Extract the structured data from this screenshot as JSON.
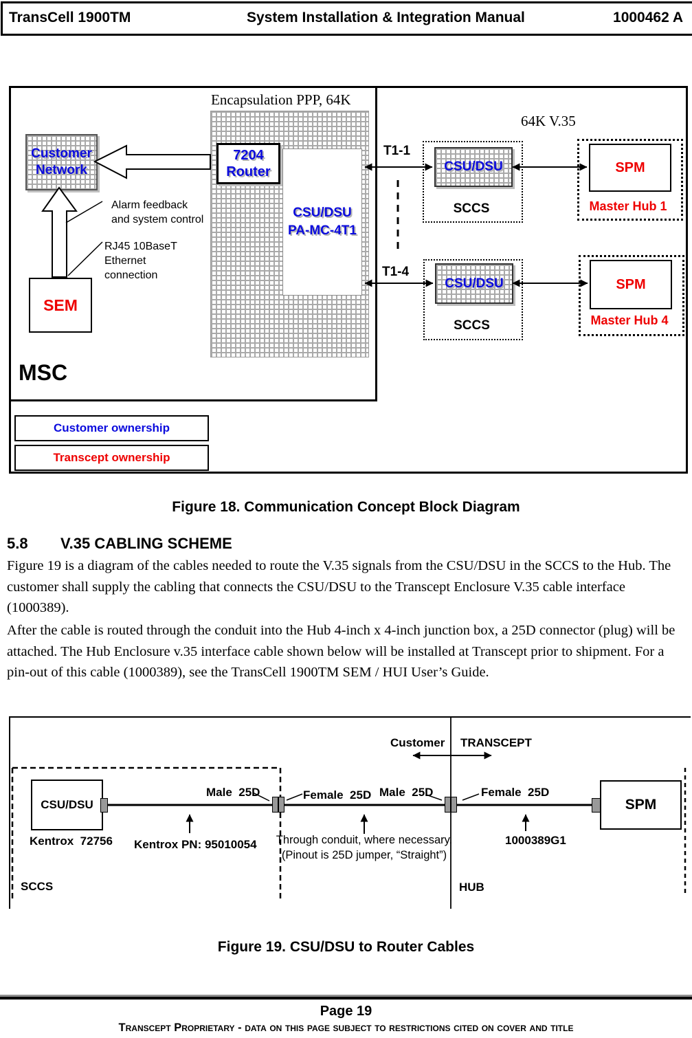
{
  "colors": {
    "blue": "#0b0bdd",
    "red": "#ee0000",
    "shadow_gray": "#b3b3b3",
    "hatch_gray": "#a9a9a9"
  },
  "header": {
    "product": "TransCell 1900TM",
    "title": "System Installation & Integration Manual",
    "doc_number": "1000462 A"
  },
  "figure18": {
    "caption": "Figure 18. Communication Concept Block Diagram",
    "encapsulation_label": "Encapsulation PPP, 64K",
    "v35_label": "64K V.35",
    "msc_label": "MSC",
    "customer_network": {
      "line1": "Customer",
      "line2": "Network"
    },
    "router": {
      "line1": "7204",
      "line2": "Router"
    },
    "csu_card": {
      "line1": "CSU/DSU",
      "line2": "PA-MC-4T1"
    },
    "sem_label": "SEM",
    "alarm_note": {
      "line1": "Alarm feedback",
      "line2": "and system control"
    },
    "rj45_note": {
      "line1": "RJ45 10BaseT",
      "line2": "Ethernet",
      "line3": "connection"
    },
    "t1_top": "T1-1",
    "t1_bottom": "T1-4",
    "rows": [
      {
        "csu": "CSU/DSU",
        "sccs": "SCCS",
        "spm": "SPM",
        "hub": "Master Hub 1"
      },
      {
        "csu": "CSU/DSU",
        "sccs": "SCCS",
        "spm": "SPM",
        "hub": "Master Hub 4"
      }
    ],
    "legend": [
      {
        "label": "Customer ownership"
      },
      {
        "label": "Transcept ownership"
      }
    ]
  },
  "section": {
    "number": "5.8",
    "title": "V.35 CABLING SCHEME",
    "paragraph1": "Figure 19 is a diagram of the cables needed to route the V.35 signals from the CSU/DSU in the SCCS to the Hub. The customer shall supply the cabling that connects the CSU/DSU to the Transcept Enclosure V.35 cable interface (1000389).",
    "paragraph2": "After the cable is routed through the conduit into the Hub 4-inch x 4-inch junction box, a 25D  connector (plug) will be attached. The Hub Enclosure v.35 interface cable shown below will be installed at Transcept prior to shipment.  For a pin-out of this cable (1000389), see the TransCell 1900TM SEM / HUI User’s Guide."
  },
  "figure19": {
    "caption": "Figure 19. CSU/DSU to Router Cables",
    "customer_side": "Customer",
    "transcept_side": "TRANSCEPT",
    "csu_box": "CSU/DSU",
    "spm_box": "SPM",
    "male_25d_left": "Male  25D",
    "female_25d_left": "Female  25D",
    "male_25d_right": "Male  25D",
    "female_25d_right": "Female  25D",
    "kentrox_model": "Kentrox  72756",
    "kentrox_pn": "Kentrox PN: 95010054",
    "conduit_note_line1": "Through conduit, where necessary.",
    "conduit_note_line2": "(Pinout is 25D jumper, “Straight”)",
    "cable_part": "1000389G1",
    "sccs_label": "SCCS",
    "hub_label": "HUB"
  },
  "footer": {
    "page": "Page 19",
    "proprietary": "Transcept Proprietary - data on this page subject to restrictions cited on cover and title"
  }
}
